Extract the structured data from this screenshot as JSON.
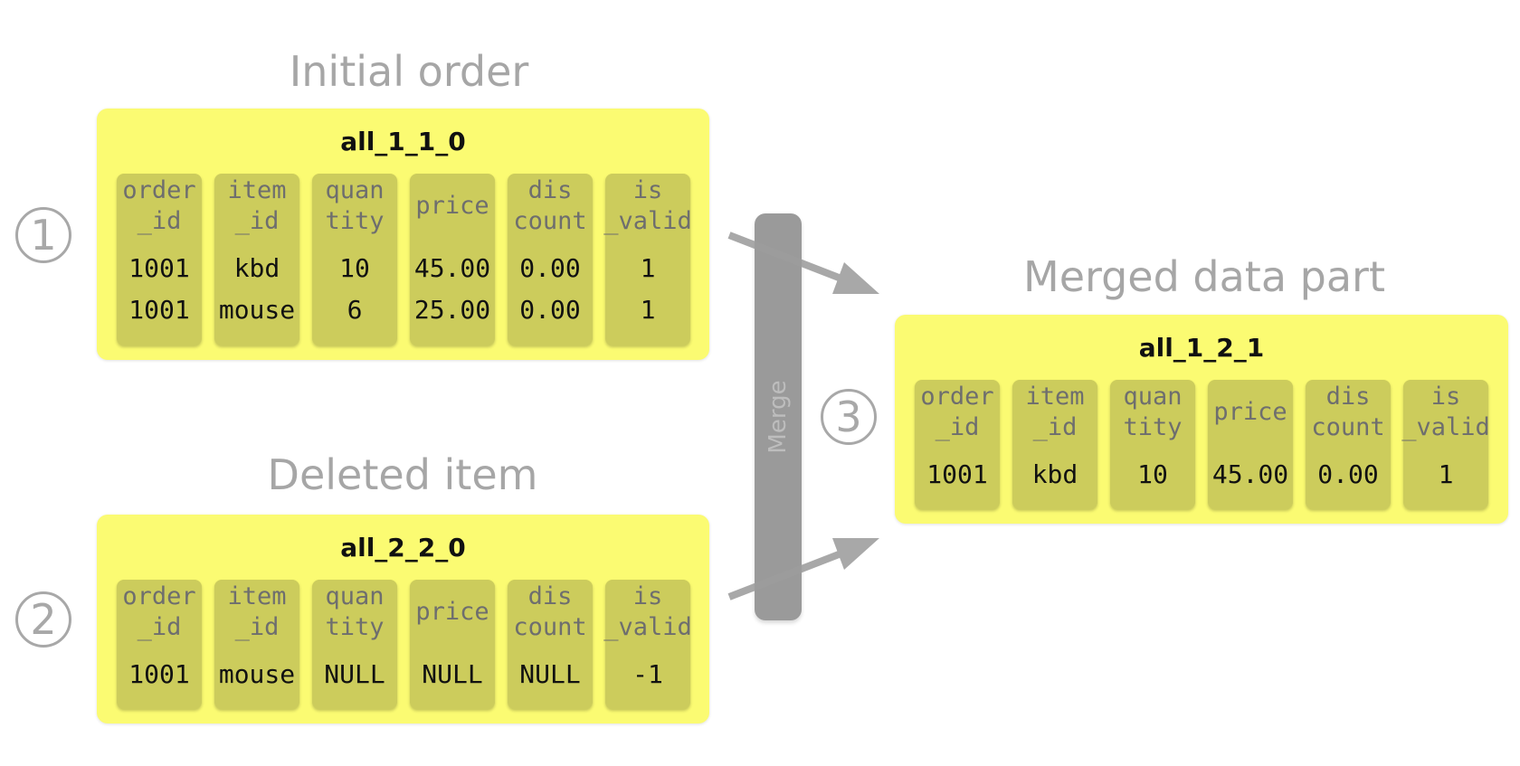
{
  "titles": {
    "initial": "Initial order",
    "deleted": "Deleted item",
    "merged": "Merged data part"
  },
  "steps": [
    "1",
    "2",
    "3"
  ],
  "merge_label": "Merge",
  "parts": {
    "initial": {
      "name": "all_1_1_0",
      "columns": [
        {
          "header": "order\n_id",
          "values": [
            "1001",
            "1001"
          ]
        },
        {
          "header": "item\n_id",
          "values": [
            "kbd",
            "mouse"
          ]
        },
        {
          "header": "quan\ntity",
          "values": [
            "10",
            "6"
          ]
        },
        {
          "header": "price",
          "values": [
            "45.00",
            "25.00"
          ]
        },
        {
          "header": "dis\ncount",
          "values": [
            "0.00",
            "0.00"
          ]
        },
        {
          "header": "is\n_valid",
          "values": [
            "1",
            "1"
          ]
        }
      ]
    },
    "deleted": {
      "name": "all_2_2_0",
      "columns": [
        {
          "header": "order\n_id",
          "values": [
            "1001"
          ]
        },
        {
          "header": "item\n_id",
          "values": [
            "mouse"
          ]
        },
        {
          "header": "quan\ntity",
          "values": [
            "NULL"
          ]
        },
        {
          "header": "price",
          "values": [
            "NULL"
          ]
        },
        {
          "header": "dis\ncount",
          "values": [
            "NULL"
          ]
        },
        {
          "header": "is\n_valid",
          "values": [
            "-1"
          ]
        }
      ]
    },
    "merged": {
      "name": "all_1_2_1",
      "columns": [
        {
          "header": "order\n_id",
          "values": [
            "1001"
          ]
        },
        {
          "header": "item\n_id",
          "values": [
            "kbd"
          ]
        },
        {
          "header": "quan\ntity",
          "values": [
            "10"
          ]
        },
        {
          "header": "price",
          "values": [
            "45.00"
          ]
        },
        {
          "header": "dis\ncount",
          "values": [
            "0.00"
          ]
        },
        {
          "header": "is\n_valid",
          "values": [
            "1"
          ]
        }
      ]
    }
  }
}
